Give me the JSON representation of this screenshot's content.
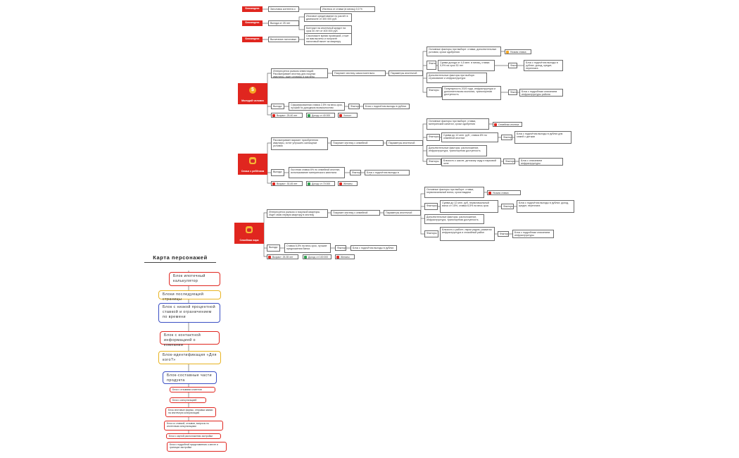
{
  "colors": {
    "accent": "#e0261f",
    "legend_yellow": "#e8b422",
    "legend_blue": "#3b4fc4",
    "line": "#6b6b6b"
  },
  "top": {
    "tag1": "Блокиндекс",
    "t1a": "Заголовок контента о недвижимости",
    "t1b": "Ипотека от ставки (в месяц) 0,0 %",
    "tag2": "Блокиндекс",
    "t2a": "Выгода от 25 лет расчёт",
    "t2b": "Итоговое кредитование по расчёт в диапазоне от 400 000 руб.",
    "t2c": "Контракт на ипотечный кредит на срок 40 лет от 400 000 руб.",
    "tag3": "Блокиндекс",
    "t3a": "Вычитание налоговых вычетов",
    "t3b": "Сэкономьте время проверкой, стоит ли вам вычеты и получите налоговый вычет за квартиру"
  },
  "heroes": [
    {
      "label": "Молодой человек",
      "icon": "coin-icon",
      "symbol": "$"
    },
    {
      "label": "Семья с ребёнком",
      "icon": "family-icon",
      "symbol": ""
    },
    {
      "label": "Семейная пара",
      "icon": "couple-icon",
      "symbol": ""
    }
  ],
  "g1": {
    "intro": "Интересуется рынком инвестиций. Рассматривает ипотеку для покупки квартиры, ищет сервисы и расчёты",
    "want": "Покупает ипотеку самостоятельно",
    "crit": "Параметры ипотечной выдачи",
    "main": "Основные факторы при выборе: ставка, дополнительные условия, сроки одобрения",
    "money": "Сумма дохода от 4,5 млн. в месяц, ставка 0,9% на срок 30 лет",
    "extra": "Дополнительные факторы при выборе: страхование и инфраструктура",
    "pros": "Популярность 2020 года, инфраструктура и дополнительная экология, транспортная доступность",
    "chip_a": "Низкая ставка",
    "res_a": "Блок с подсчётом выгоды в рублях: доход, кредит, переплата",
    "res_b": "Блок с подробным описанием инфраструктуры района",
    "f1": "Факторы",
    "f2": "Факторы",
    "f3": "Факторы",
    "exp_head": "Выгода",
    "exp": "Сформированная ставка 2,5% на весь срок, лучший по доходным возможностям",
    "exp_f": "Факторы",
    "exp_r": "Блок с подсчётом выгоды в рублях",
    "age": "Возраст: 25-40 лет",
    "inc": "Доход: от 40 000",
    "fam": "Холост"
  },
  "g2": {
    "intro": "Рассматривает вариант приобретения квартиры, хотят улучшить жилищные условия",
    "want": "Покупает ипотеку с семейной программой",
    "crit": "Параметры ипотечной выдачи",
    "main": "Основные факторы при выборе: ставка, материнский капитал, сроки одобрения",
    "money": "Сумма до 12 млн. руб., ставка 6% по семейной ипотеке",
    "extra": "Дополнительные факторы: расположение, инфраструктура, транспортная доступность",
    "pros": "Близость к школе, детскому саду и парковой зоне",
    "chip_a": "Семейная ипотека",
    "res_a": "Блок с подсчётом выгоды в рублях для семей с детьми",
    "res_b": "Блок с описанием инфраструктуры",
    "f1": "Факторы",
    "f2": "Факторы",
    "f3": "Факторы",
    "exp_head": "Выгода",
    "exp": "Льготная ставка 6% по семейной ипотеке, использование материнского капитала",
    "exp_f": "Факторы",
    "exp_r": "Блок с подсчётом выгоды в рублях",
    "age": "Возраст: 30-45 лет",
    "inc": "Доход: от 70 000",
    "fam": "Женаты"
  },
  "g3": {
    "intro": "Интересуется рынком и покупкой квартиры. Ищет свою первую квартиру в ипотеку",
    "want": "Покупает ипотеку с семейной программой",
    "crit": "Параметры ипотечной выдачи",
    "main": "Основные факторы при выборе: ставка, первоначальный взнос, сроки выдачи",
    "money": "Сумма до 12 млн. руб, первоначальный взнос от 15%, ставка 6,5% на весь срок",
    "extra": "Дополнительные факторы: расположение, инфраструктура, транспортная доступность",
    "pros": "Близость к работе, парки рядом, развитая инфраструктура и спокойный район",
    "chip_a": "Низкая ставка",
    "res_a": "Блок с подсчётом выгоды в рублях: доход, кредит, переплата",
    "res_b": "Блок с подробным описанием инфраструктуры",
    "f1": "Факторы",
    "f2": "Факторы",
    "f3": "Факторы",
    "exp_head": "Выгода",
    "exp": "Ставка 6,5% на весь срок, лучшие предложения банка",
    "exp_f": "Факторы",
    "exp_r": "Блок с подсчётом выгоды в рублях",
    "age": "Возраст: 25-35 лет",
    "inc": "Доход: от 100 000",
    "fam": "Женаты"
  },
  "legend": {
    "title": "Карта персонажей",
    "items": [
      "Блок ипотечный калькулятор",
      "Блоки последующей страницы",
      "Блок с низкой процентной ставкой и ограничением по времени",
      "Блок с контактной информацией о компании",
      "Блок-идентификация «Для кого?»",
      "Блок-составные части продукта"
    ],
    "small": [
      "Блок с отзывами клиентов",
      "Блок с консультацией",
      "Блок-почтовые формы, отправка заявки на ипотечную консультацию",
      "Блок со ставкой, отзывов, вопросы по ипотечным консультациям",
      "Блок с картой расположения застройки",
      "Блок с подробной представления о месте и границах застройки"
    ]
  }
}
